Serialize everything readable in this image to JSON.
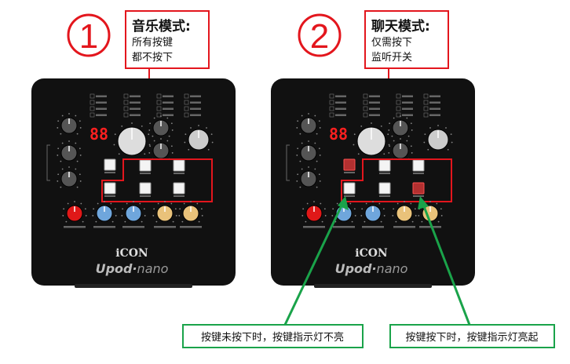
{
  "colors": {
    "callout_red": "#e3161d",
    "callout_green": "#1aa34a",
    "device_body": "#111111",
    "led_red": "#ff2020"
  },
  "panels": [
    {
      "number": "1",
      "title": "音乐模式:",
      "lines": [
        "所有按键",
        "都不按下"
      ],
      "lit_buttons": [],
      "note": "按键未按下时，按键指示灯不亮"
    },
    {
      "number": "2",
      "title": "聊天模式:",
      "lines": [
        "仅需按下",
        "监听开关"
      ],
      "lit_buttons": [
        "phantom-48v",
        "monitor-switch"
      ],
      "note": "按键按下时，按键指示灯亮起"
    }
  ],
  "device": {
    "display": "88",
    "brand": "iCON",
    "model_main": "Upod",
    "model_sub": "nano"
  }
}
